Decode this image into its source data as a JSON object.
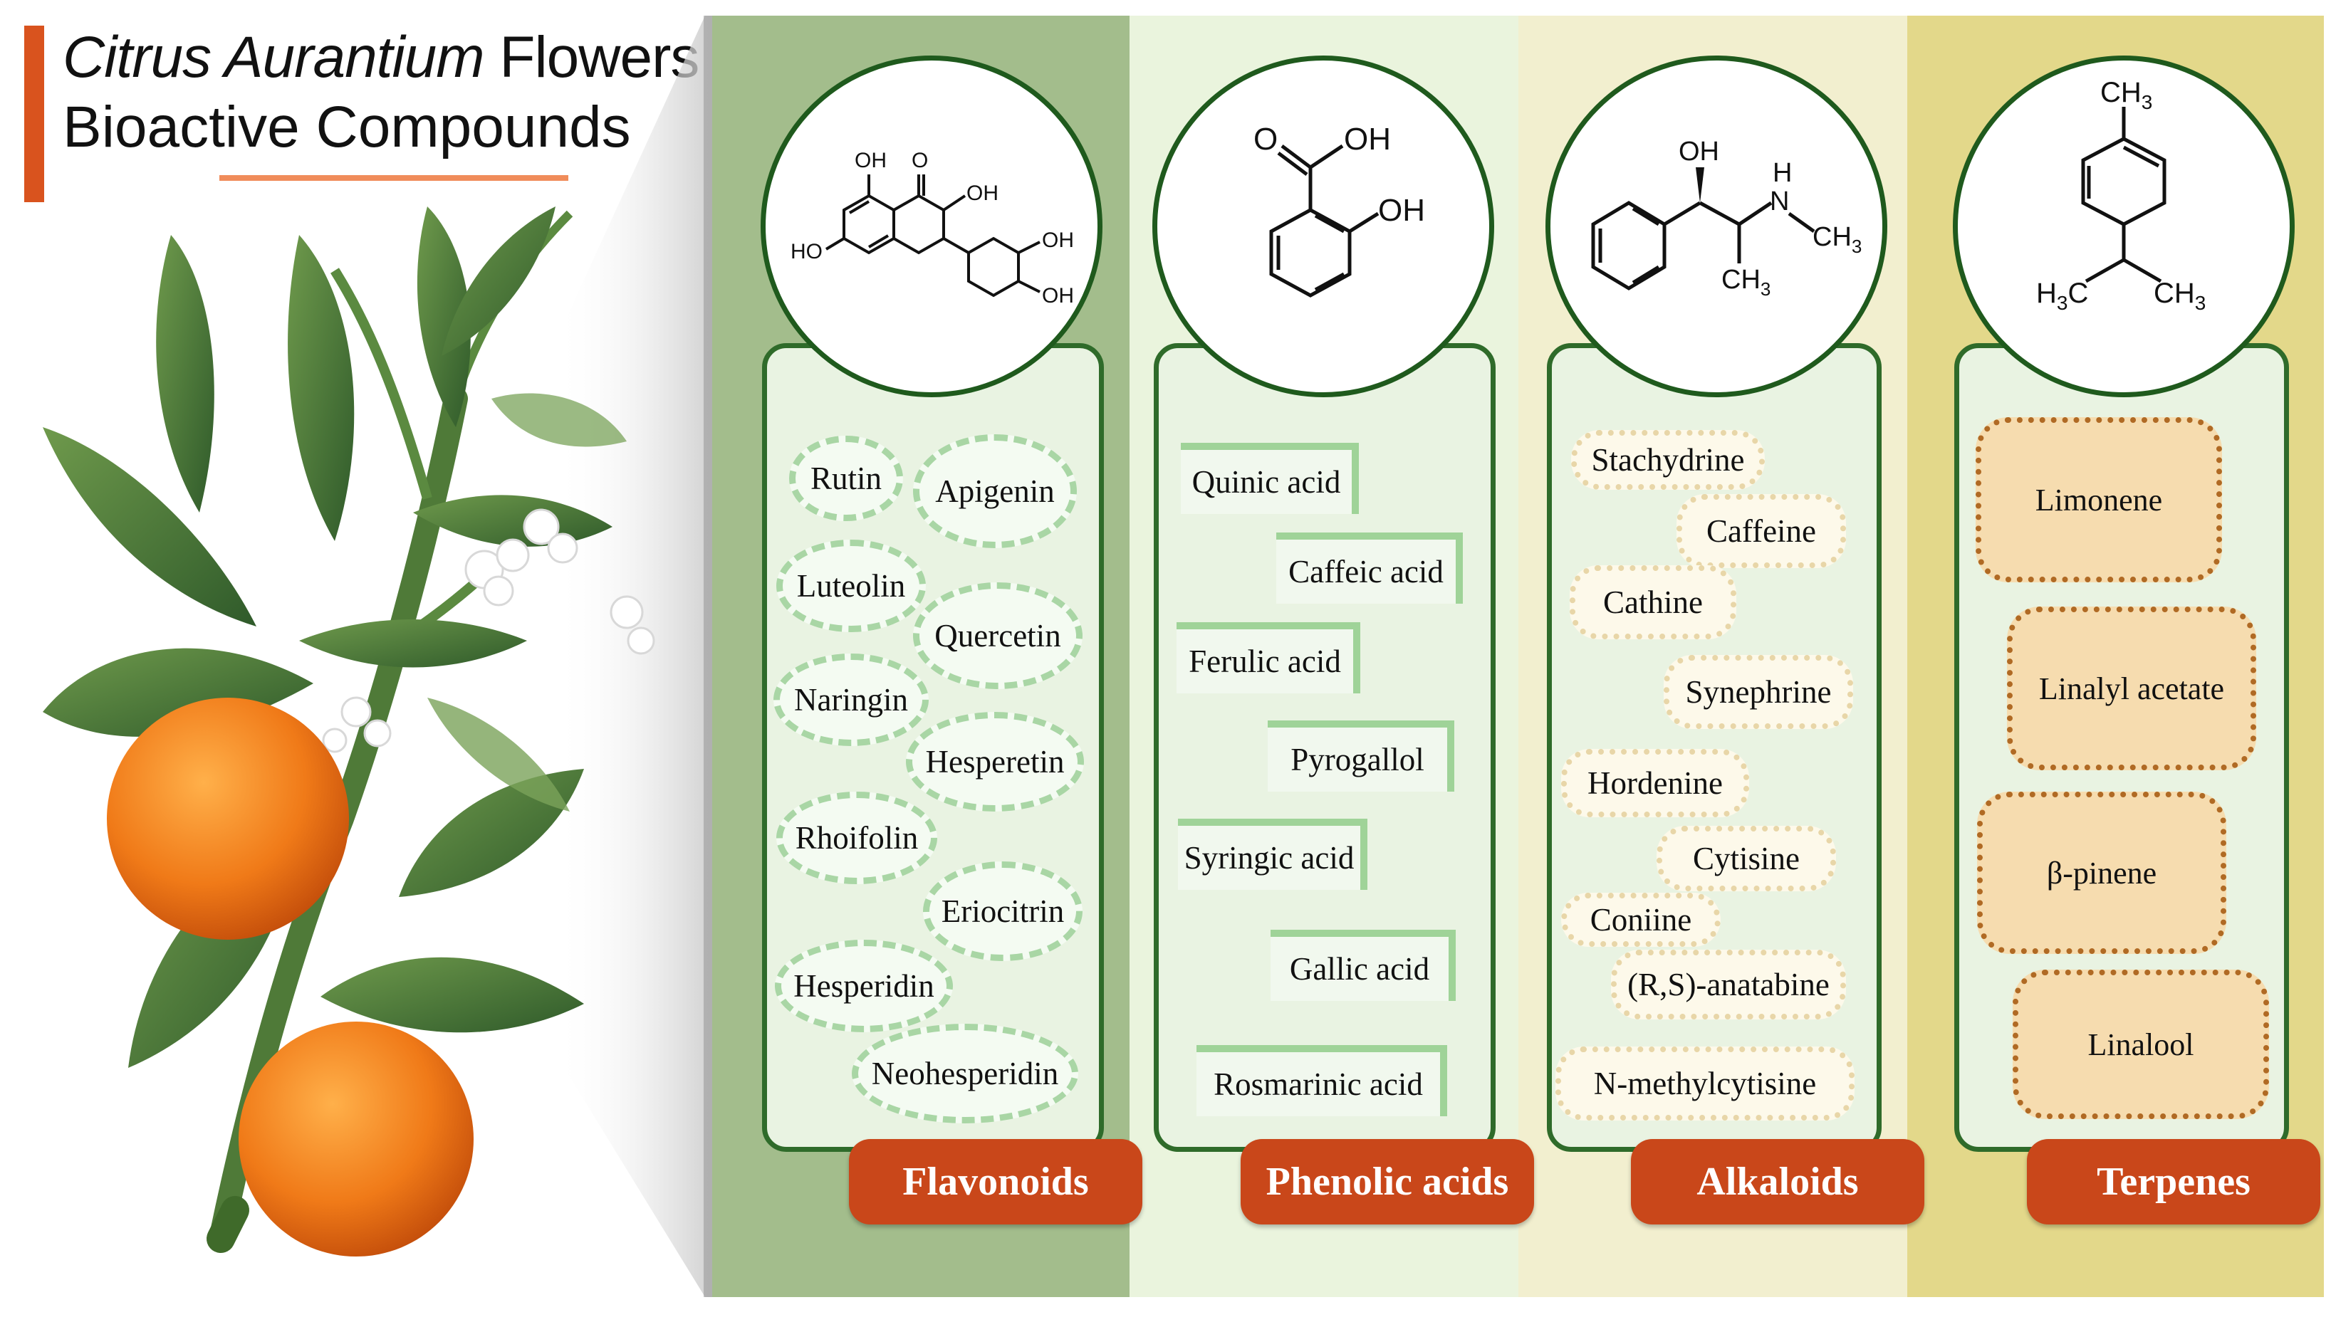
{
  "title": {
    "italic": "Citrus Aurantium",
    "rest": " Flowers",
    "subtitle": "Bioactive Compounds"
  },
  "colors": {
    "accent": "#d9531e",
    "label_bg": "#c9471a",
    "card_border": "#2f6b2a"
  },
  "categories": [
    {
      "label": "Flavonoids",
      "structure": "quercetin-structure-icon",
      "compounds": [
        "Rutin",
        "Apigenin",
        "Luteolin",
        "Quercetin",
        "Naringin",
        "Hesperetin",
        "Rhoifolin",
        "Eriocitrin",
        "Hesperidin",
        "Neohesperidin"
      ]
    },
    {
      "label": "Phenolic acids",
      "structure": "salicylic-acid-structure-icon",
      "compounds": [
        "Quinic acid",
        "Caffeic acid",
        "Ferulic acid",
        "Pyrogallol",
        "Syringic acid",
        "Gallic acid",
        "Rosmarinic acid"
      ]
    },
    {
      "label": "Alkaloids",
      "structure": "cathine-structure-icon",
      "compounds": [
        "Stachydrine",
        "Caffeine",
        "Cathine",
        "Synephrine",
        "Hordenine",
        "Cytisine",
        "Coniine",
        "(R,S)-anatabine",
        "N-methylcytisine"
      ]
    },
    {
      "label": "Terpenes",
      "structure": "terpinene-structure-icon",
      "compounds": [
        "Limonene",
        "Linalyl acetate",
        "β-pinene",
        "Linalool"
      ]
    }
  ],
  "structures": {
    "flavonoid": {
      "oh1": "OH",
      "o": "O",
      "oh2": "OH",
      "ho": "HO",
      "oh3": "OH",
      "oh4": "OH"
    },
    "phenolic": {
      "o": "O",
      "oh1": "OH",
      "oh2": "OH"
    },
    "alkaloid": {
      "oh": "OH",
      "n": "N",
      "h": "H",
      "ch3a": "CH",
      "sub3": "3",
      "ch3b": "CH",
      "sub3b": "3"
    },
    "terpene": {
      "ch3top": "CH",
      "sub3": "3",
      "h3c": "H",
      "c": "C",
      "sub3c": "3",
      "ch3right": "CH",
      "sub3r": "3"
    }
  }
}
